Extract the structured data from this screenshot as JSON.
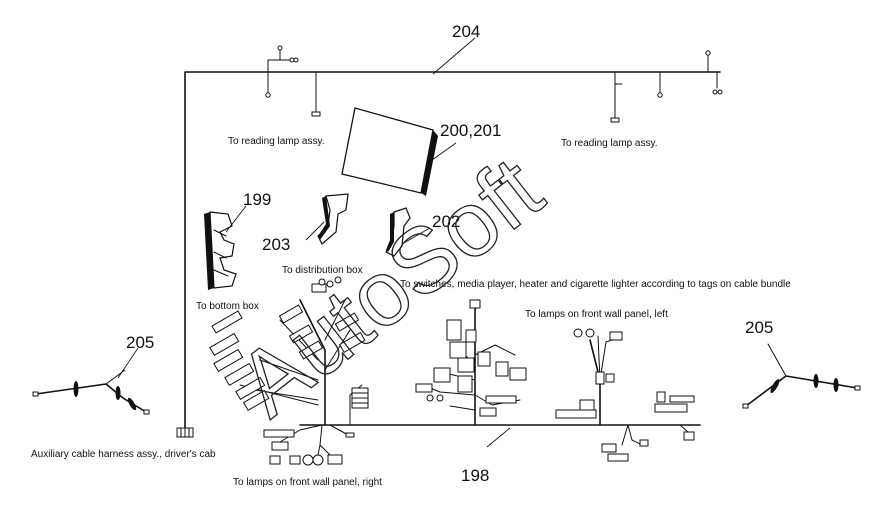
{
  "part_numbers": {
    "p198": "198",
    "p199": "199",
    "p200_201": "200,201",
    "p202": "202",
    "p203": "203",
    "p204": "204",
    "p205_left": "205",
    "p205_right": "205"
  },
  "labels": {
    "reading_lamp_left": "To reading lamp assy.",
    "reading_lamp_right": "To reading lamp assy.",
    "distribution_box": "To distribution box",
    "switches": "To switches, media player, heater and cigarette lighter according to tags on cable bundle",
    "bottom_box": "To bottom box",
    "front_wall_left": "To lamps on front wall panel, left",
    "front_wall_right": "To lamps on front wall panel, right",
    "auxiliary": "Auxiliary cable harness assy., driver's cab"
  },
  "watermark": "AutoSoft"
}
